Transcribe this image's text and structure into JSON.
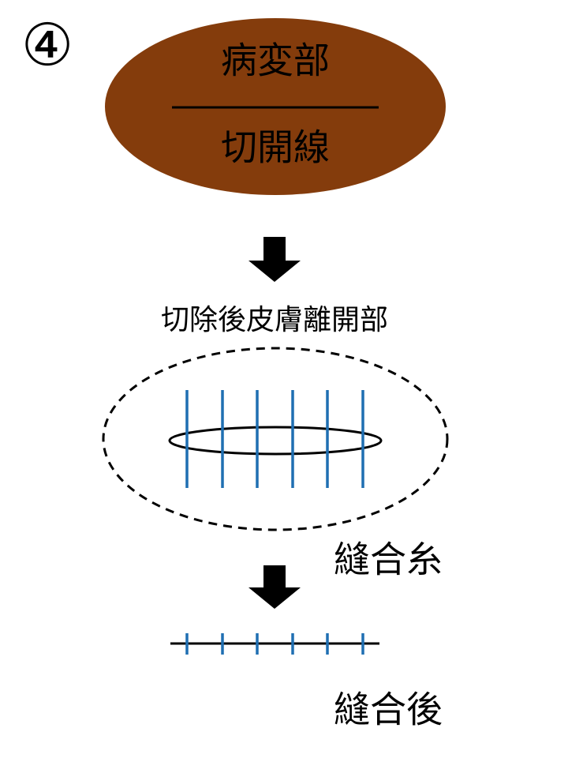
{
  "step_marker": "④",
  "lesion": {
    "top_label": "病変部",
    "bottom_label": "切開線",
    "fill_color": "#843C0C"
  },
  "after_excision_label": "切除後皮膚離開部",
  "suture_label": "縫合糸",
  "after_suture_label": "縫合後",
  "suture_color": "#1F6FB2"
}
